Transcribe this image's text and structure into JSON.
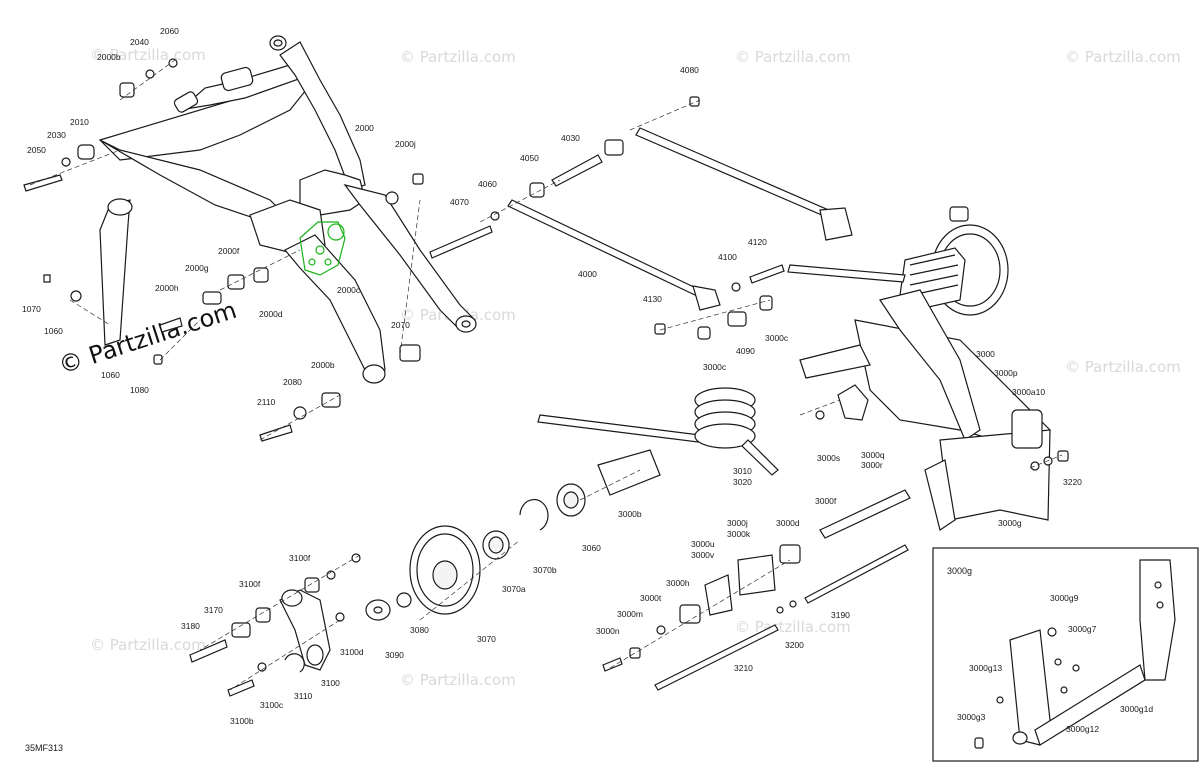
{
  "watermark": {
    "text": "© Partzilla.com",
    "brand_text": "© Partzilla.com"
  },
  "figure_code": "35MF313",
  "inset": {
    "title": "3000g",
    "labels": [
      "3000g9",
      "3000g7",
      "3000g13",
      "3000g1d",
      "3000g3",
      "3000g12"
    ]
  },
  "part_labels": [
    "2060",
    "2040",
    "2000b",
    "2010",
    "2030",
    "2050",
    "2000",
    "2000j",
    "2000f",
    "2000g",
    "2000h",
    "2000d",
    "2000c",
    "1070",
    "1060",
    "1060",
    "1080",
    "2070",
    "2000b",
    "2080",
    "2110",
    "4080",
    "4030",
    "4050",
    "4060",
    "4070",
    "4000",
    "4100",
    "4120",
    "4130",
    "4090",
    "3000c",
    "3000c",
    "3000",
    "3000p",
    "3000a10",
    "3000s",
    "3000q",
    "3000r",
    "3220",
    "3000g",
    "3010",
    "3020",
    "3000b",
    "3060",
    "3070b",
    "3070a",
    "3070",
    "3080",
    "3090",
    "3100f",
    "3100f",
    "3170",
    "3180",
    "3100d",
    "3100",
    "3110",
    "3100c",
    "3100b",
    "3000f",
    "3000d",
    "3000j",
    "3000k",
    "3000u",
    "3000v",
    "3000h",
    "3000t",
    "3000m",
    "3000n",
    "3190",
    "3200",
    "3210"
  ]
}
